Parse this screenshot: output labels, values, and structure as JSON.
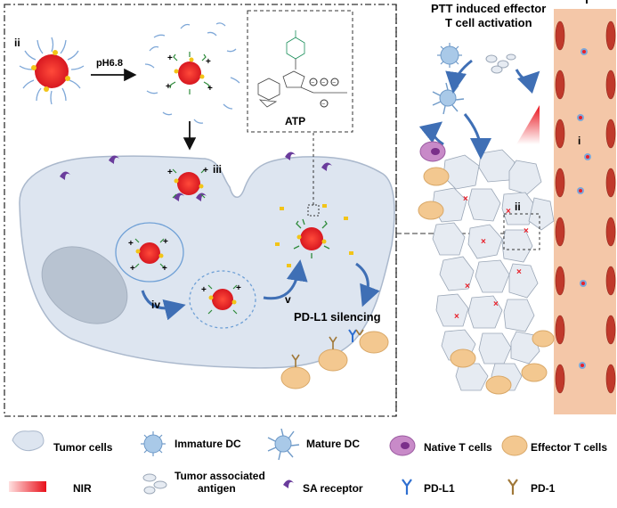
{
  "top_right_title": {
    "line1": "PTT induced effector",
    "line2": "T cell activation"
  },
  "labels": {
    "ii_left": "ii",
    "ph": "pH6.8",
    "iii": "iii",
    "iv": "iv",
    "v": "v",
    "atp": "ATP",
    "pdl1_silencing": "PD-L1 silencing",
    "i_vessel": "i",
    "ii_tissue": "ii"
  },
  "legend": {
    "tumor_cells": "Tumor cells",
    "immature_dc": "Immature DC",
    "mature_dc": "Mature DC",
    "native_t": "Native T cells",
    "effector_t": "Effector T cells",
    "nir": "NIR",
    "taa_line1": "Tumor associated",
    "taa_line2": "antigen",
    "sa_receptor": "SA receptor",
    "pdl1": "PD-L1",
    "pd1": "PD-1"
  },
  "colors": {
    "core_red": "#e8202a",
    "shell_blue": "#7fa8d8",
    "cell_fill": "#dde5f0",
    "cell_stroke": "#aab8cc",
    "vessel": "#f4c7a8",
    "rbc": "#c0392b",
    "arrow_blue": "#3f6fb5",
    "effector": "#f3c890",
    "sa_purple": "#6a3c9c",
    "pdl1_blue": "#2f6fd0",
    "pd1_brown": "#a07838"
  }
}
